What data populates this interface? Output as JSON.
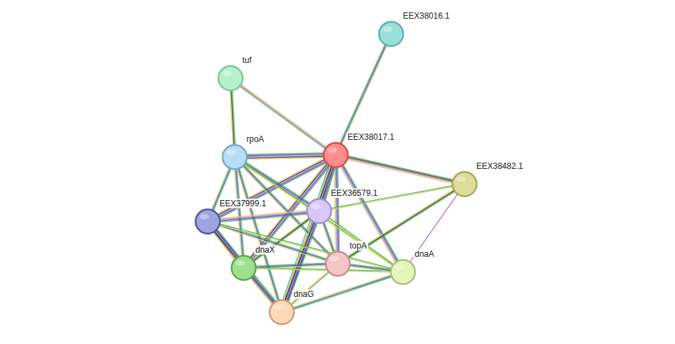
{
  "diagram": {
    "nodes": [
      {
        "text": [
          "EEX38016.1"
        ]
      },
      {
        "text": [
          "tuf"
        ]
      },
      {
        "text": [
          "EEX38017.1"
        ]
      },
      {
        "text": [
          "rpoA"
        ]
      },
      {
        "text": [
          "EEX38482.1"
        ]
      },
      {
        "text": [
          "EEX36579.1"
        ]
      },
      {
        "text": [
          "EEX37999.1"
        ]
      },
      {
        "text": [
          "dnaX"
        ]
      },
      {
        "text": [
          "topA"
        ]
      },
      {
        "text": [
          "dnaA"
        ]
      },
      {
        "text": [
          "dnaG"
        ]
      }
    ],
    "edges": [
      {
        "from": 2,
        "to": 0,
        "arrow": "none"
      },
      {
        "from": 2,
        "to": 1,
        "arrow": "none"
      },
      {
        "from": 1,
        "to": 3,
        "arrow": "none"
      },
      {
        "from": 3,
        "to": 2,
        "arrow": "none"
      },
      {
        "from": 2,
        "to": 4,
        "arrow": "none"
      },
      {
        "from": 2,
        "to": 5,
        "arrow": "none"
      },
      {
        "from": 2,
        "to": 6,
        "arrow": "none"
      },
      {
        "from": 2,
        "to": 7,
        "arrow": "none"
      },
      {
        "from": 2,
        "to": 8,
        "arrow": "none"
      },
      {
        "from": 2,
        "to": 9,
        "arrow": "none"
      },
      {
        "from": 2,
        "to": 10,
        "arrow": "none"
      },
      {
        "from": 3,
        "to": 6,
        "arrow": "none"
      },
      {
        "from": 3,
        "to": 5,
        "arrow": "none"
      },
      {
        "from": 3,
        "to": 7,
        "arrow": "none"
      },
      {
        "from": 3,
        "to": 8,
        "arrow": "none"
      },
      {
        "from": 3,
        "to": 10,
        "arrow": "none"
      },
      {
        "from": 3,
        "to": 9,
        "arrow": "none"
      },
      {
        "from": 5,
        "to": 6,
        "arrow": "none"
      },
      {
        "from": 5,
        "to": 7,
        "arrow": "none"
      },
      {
        "from": 5,
        "to": 8,
        "arrow": "none"
      },
      {
        "from": 5,
        "to": 9,
        "arrow": "none"
      },
      {
        "from": 5,
        "to": 10,
        "arrow": "none"
      },
      {
        "from": 5,
        "to": 4,
        "arrow": "none"
      },
      {
        "from": 6,
        "to": 7,
        "arrow": "none"
      },
      {
        "from": 6,
        "to": 8,
        "arrow": "none"
      },
      {
        "from": 6,
        "to": 9,
        "arrow": "none"
      },
      {
        "from": 6,
        "to": 10,
        "arrow": "none"
      },
      {
        "from": 7,
        "to": 8,
        "arrow": "none"
      },
      {
        "from": 7,
        "to": 9,
        "arrow": "none"
      },
      {
        "from": 7,
        "to": 10,
        "arrow": "none"
      },
      {
        "from": 8,
        "to": 9,
        "arrow": "none"
      },
      {
        "from": 8,
        "to": 10,
        "arrow": "none"
      },
      {
        "from": 9,
        "to": 10,
        "arrow": "none"
      },
      {
        "from": 4,
        "to": 8,
        "arrow": "none"
      },
      {
        "from": 4,
        "to": 9,
        "arrow": "none"
      }
    ]
  }
}
